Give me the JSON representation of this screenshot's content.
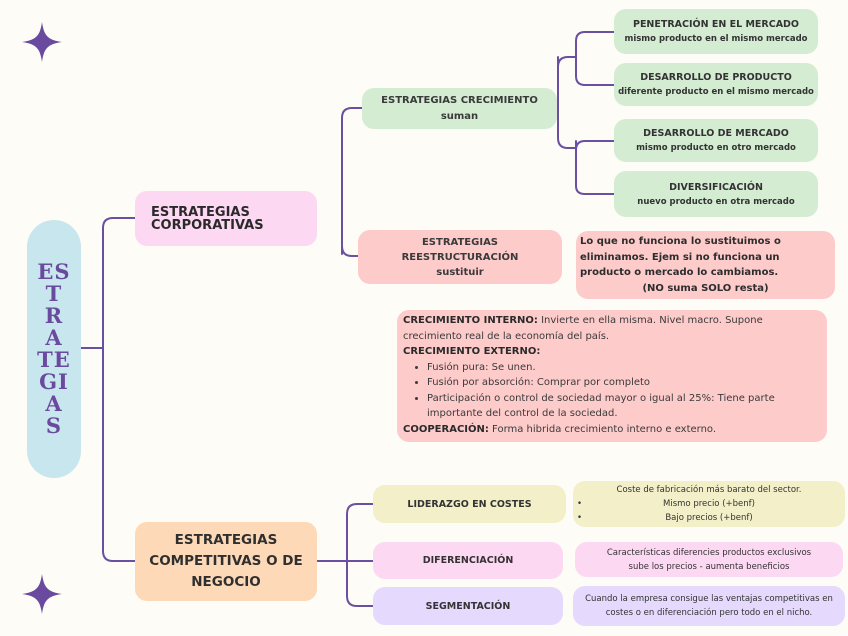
{
  "root": {
    "title_lines": [
      "ES",
      "T",
      "R",
      "A",
      "TE",
      "GI",
      "A",
      "S"
    ]
  },
  "colors": {
    "connector": "#6b4fa0",
    "background": "#fdfcf7",
    "root": "#c8e6ee",
    "corporativas": "#fdd8f3",
    "competitivas": "#fdd9b7",
    "crecimiento": "#d4ecd2",
    "reestructuracion": "#fecbcb",
    "liderazgo": "#f3efc9",
    "diferenciacion": "#fdd8f3",
    "segmentacion": "#e5d9fd",
    "star": "#6a4a9e"
  },
  "corporativas": {
    "title_line1": "ESTRATEGIAS",
    "title_line2": "CORPORATIVAS",
    "crecimiento": {
      "title": "ESTRATEGIAS CRECIMIENTO",
      "subtitle": "suman",
      "children": [
        {
          "title": "PENETRACIÓN EN EL MERCADO",
          "subtitle": "mismo producto en el mismo mercado"
        },
        {
          "title": "DESARROLLO DE PRODUCTO",
          "subtitle": "diferente producto en el mismo mercado"
        },
        {
          "title": "DESARROLLO DE MERCADO",
          "subtitle": "mismo producto en otro mercado"
        },
        {
          "title": "DIVERSIFICACIÓN",
          "subtitle": "nuevo producto en otra mercado"
        }
      ]
    },
    "reestructuracion": {
      "title_line1": "ESTRATEGIAS",
      "title_line2": "REESTRUCTURACIÓN",
      "subtitle": "sustituir",
      "description": "Lo que no funciona lo sustituimos o eliminamos. Ejem si no funciona un producto o mercado lo cambiamos.",
      "note": "(NO suma SOLO resta)"
    },
    "crecimiento_detalle": {
      "interno_label": "CRECIMIENTO INTERNO:",
      "interno_text": " Invierte en ella misma. Nivel macro. Supone crecimiento real de la economía del país.",
      "externo_label": "CRECIMIENTO EXTERNO:",
      "externo_items": [
        "Fusión pura: Se unen.",
        "Fusión por absorción: Comprar por completo",
        "Participación o control de sociedad mayor o igual al 25%: Tiene parte importante del control de la sociedad."
      ],
      "cooperacion_label": "COOPERACIÓN:",
      "cooperacion_text": " Forma hibrida crecimiento interno e externo."
    }
  },
  "competitivas": {
    "title_lines": [
      "ESTRATEGIAS",
      "COMPETITIVAS O DE",
      "NEGOCIO"
    ],
    "children": [
      {
        "title": "LIDERAZGO EN COSTES",
        "description": "Coste de fabricación más barato del sector.",
        "bullets": [
          "Mismo precio (+benf)",
          "Bajo precios (+benf)"
        ]
      },
      {
        "title": "DIFERENCIACIÓN",
        "description_line1": "Características diferencies productos exclusivos",
        "description_line2": "sube los precios - aumenta beneficios"
      },
      {
        "title": "SEGMENTACIÓN",
        "description_line1": "Cuando la empresa  consigue las ventajas  competitivas en",
        "description_line2": "costes o en diferenciación pero todo en el nicho."
      }
    ]
  }
}
